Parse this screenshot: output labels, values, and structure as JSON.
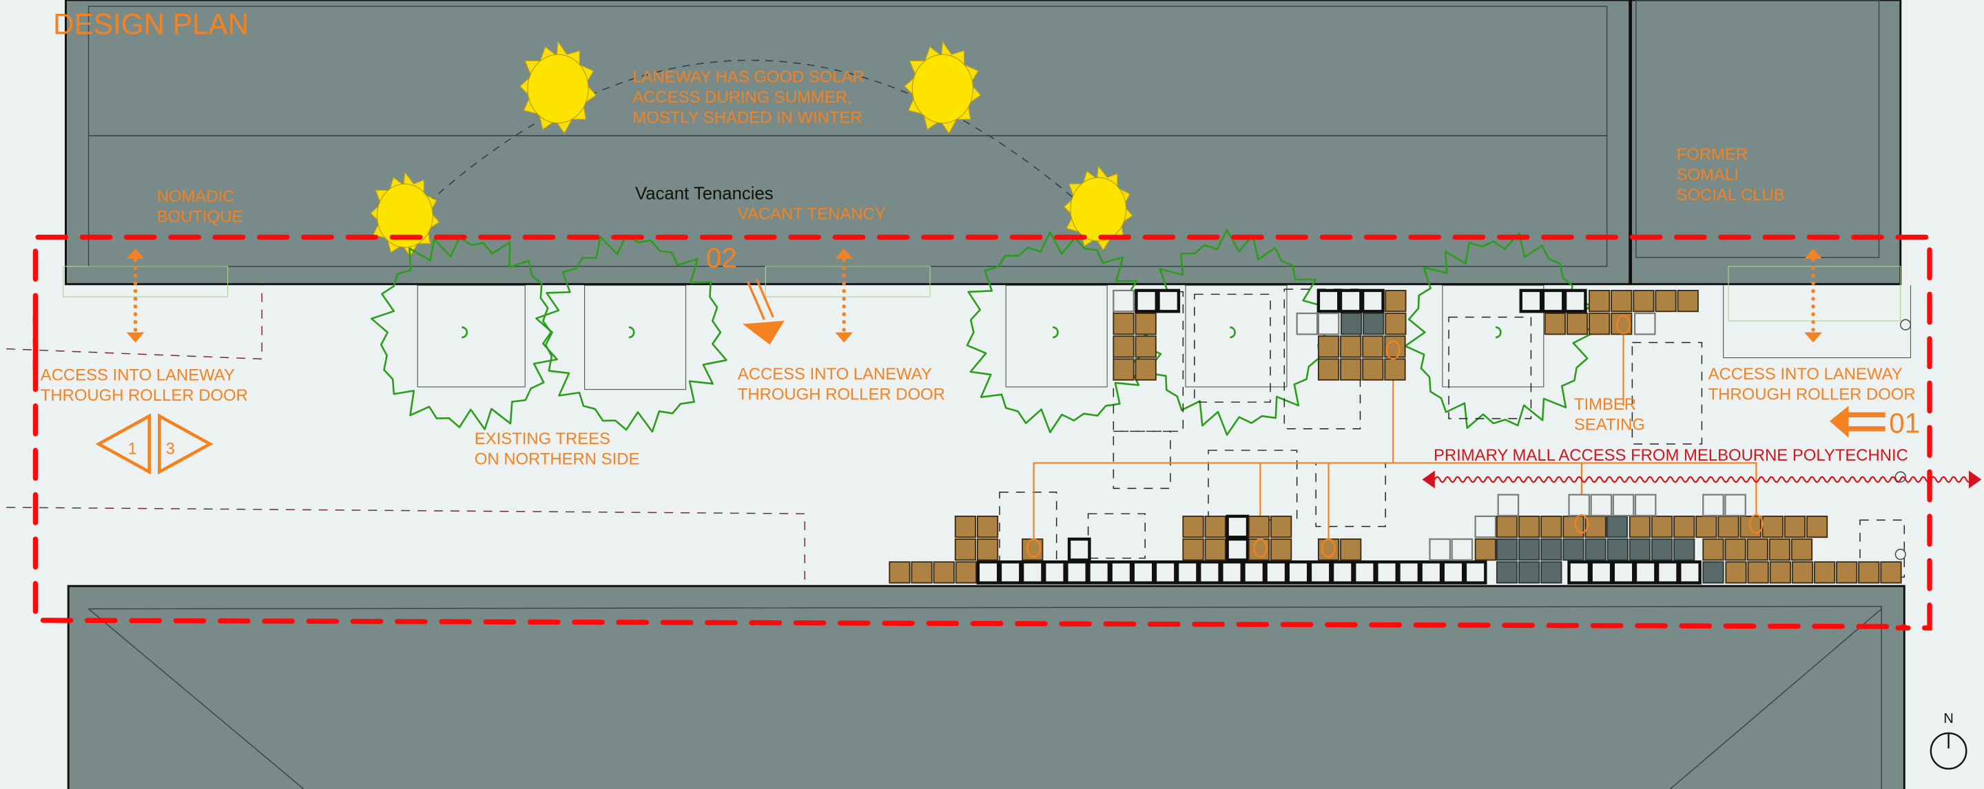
{
  "title": "DESIGN PLAN",
  "labels": {
    "solar": [
      "LANEWAY HAS GOOD SOLAR",
      "ACCESS DURING SUMMER,",
      "MOSTLY SHADED IN WINTER"
    ],
    "nomadic": [
      "NOMADIC",
      "BOUTIQUE"
    ],
    "vacant_tenancies": "Vacant Tenancies",
    "vacant_tenancy": "VACANT TENANCY",
    "somali": [
      "FORMER",
      "SOMALI",
      "SOCIAL CLUB"
    ],
    "access_left": [
      "ACCESS INTO LANEWAY",
      "THROUGH ROLLER DOOR"
    ],
    "access_mid": [
      "ACCESS INTO LANEWAY",
      "THROUGH ROLLER DOOR"
    ],
    "access_right": [
      "ACCESS INTO LANEWAY",
      "THROUGH ROLLER DOOR"
    ],
    "trees": [
      "EXISTING TREES",
      "ON NORTHERN SIDE"
    ],
    "timber": [
      "TIMBER",
      "SEATING"
    ],
    "primary_access": "PRIMARY MALL ACCESS FROM MELBOURNE POLYTECHNIC",
    "marker_02": "02",
    "marker_01": "01",
    "section_left": "1",
    "section_right": "3",
    "north": "N"
  },
  "colors": {
    "accent_orange": "#f58220",
    "site_boundary_red": "#ff0a0a",
    "access_red": "#d4141c",
    "building_grey": "#798b89",
    "tree_green": "#2a9d1a",
    "sun_yellow": "#fde400",
    "timber_brown": "#ad8242"
  },
  "icons": {
    "sun": "sun-icon",
    "tree": "tree-canopy-icon",
    "north": "north-arrow-icon",
    "section": "section-marker-icon",
    "entry_arrow": "entry-arrow-icon"
  }
}
